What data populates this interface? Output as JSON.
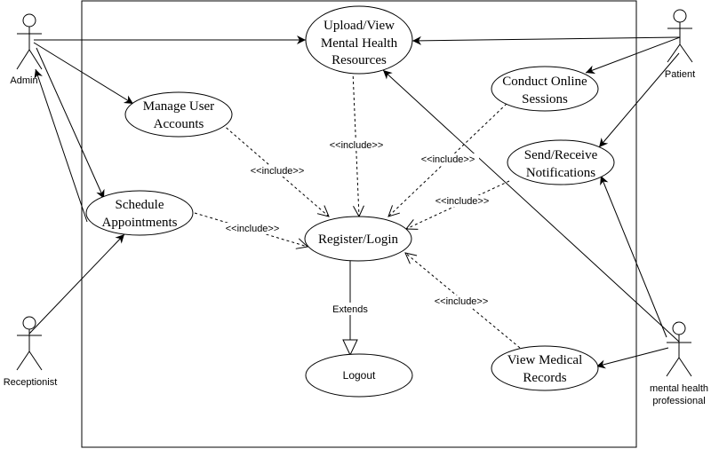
{
  "actors": {
    "admin": "Admin",
    "receptionist": "Receptionist",
    "patient": "Patient",
    "professional_line1": "mental health",
    "professional_line2": "professional"
  },
  "use_cases": {
    "upload_line1": "Upload/View",
    "upload_line2": "Mental Health",
    "upload_line3": "Resources",
    "manage_line1": "Manage User",
    "manage_line2": "Accounts",
    "schedule_line1": "Schedule",
    "schedule_line2": "Appointments",
    "register": "Register/Login",
    "logout": "Logout",
    "sessions_line1": "Conduct Online",
    "sessions_line2": "Sessions",
    "notify_line1": "Send/Receive",
    "notify_line2": "Notifications",
    "records_line1": "View Medical",
    "records_line2": "Records"
  },
  "relations": {
    "include": "<<include>>",
    "extends": "Extends"
  },
  "colors": {
    "stroke": "#000000",
    "background": "#ffffff"
  }
}
